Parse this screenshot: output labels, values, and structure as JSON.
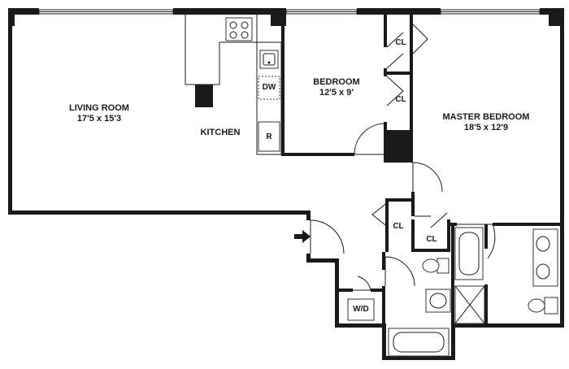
{
  "rooms": {
    "living_room": {
      "name": "LIVING ROOM",
      "size": "17'5 x 15'3"
    },
    "kitchen": {
      "name": "KITCHEN"
    },
    "bedroom": {
      "name": "BEDROOM",
      "size": "12'5 x 9'"
    },
    "master_bedroom": {
      "name": "MASTER BEDROOM",
      "size": "18'5 x 12'9"
    }
  },
  "closets": {
    "bedroom_closet_top": "CL",
    "bedroom_closet_bottom": "CL",
    "hall_closet": "CL",
    "master_closet": "CL"
  },
  "appliances": {
    "dishwasher": "DW",
    "refrigerator": "R",
    "washer_dryer": "W/D"
  },
  "icons": {
    "entry": "entry-arrow-icon"
  },
  "colors": {
    "walls": "#1a1a1a",
    "background": "#ffffff"
  }
}
